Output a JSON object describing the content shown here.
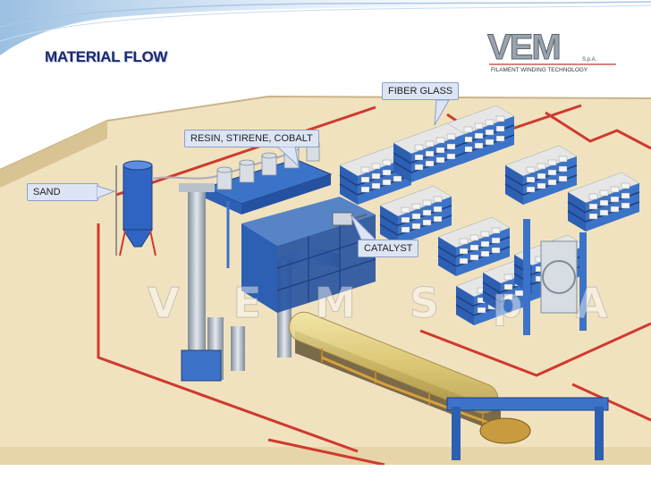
{
  "title": "MATERIAL FLOW",
  "logo": {
    "brand": "VEM",
    "suffix": "S.p.A.",
    "tagline": "FILAMENT WINDING TECHNOLOGY"
  },
  "callouts": {
    "fiber_glass": "FIBER GLASS",
    "resin": "RESIN, STIRENE, COBALT",
    "sand": "SAND",
    "catalyst": "CATALYST"
  },
  "watermark": "V E M  S p A",
  "colors": {
    "floor": "#f1e2bf",
    "floor_edge": "#c9b48a",
    "walkway": "#cf3a2e",
    "rack_blue": "#2d5fb3",
    "title": "#1a2a6c",
    "callout_bg": "#dde5f5"
  }
}
